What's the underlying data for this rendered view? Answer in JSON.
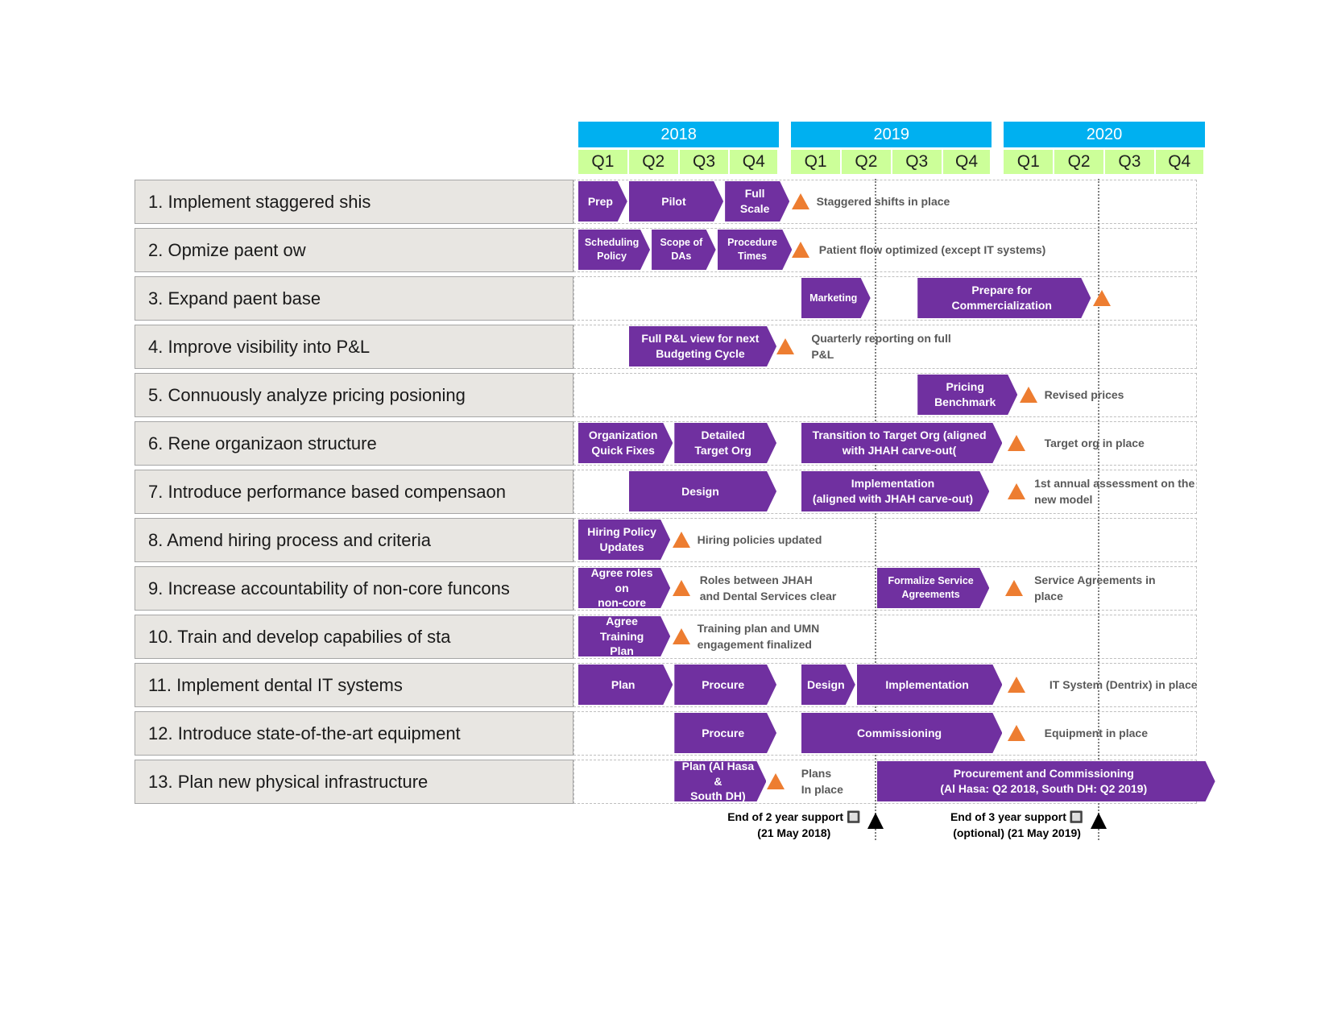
{
  "years": [
    "2018",
    "2019",
    "2020"
  ],
  "quarters": [
    "Q1",
    "Q2",
    "Q3",
    "Q4"
  ],
  "rows": [
    "1. Implement staggered shis",
    "2. Opmize paent ow",
    "3. Expand paent base",
    "4. Improve visibility into P&L",
    "5. Connuously analyze pricing posioning",
    "6. Rene organizaon structure",
    "7. Introduce performance based compensaon",
    "8. Amend hiring process and criteria",
    "9. Increase accountability of non-core funcons",
    "10. Train and develop capabilies of sta",
    "11. Implement dental IT systems",
    "12. Introduce state-of-the-art equipment",
    "13. Plan new physical infrastructure"
  ],
  "bars": [
    {
      "row": 0,
      "start": 0,
      "end": 1.0,
      "label": "Prep"
    },
    {
      "row": 0,
      "start": 1.0,
      "end": 2.9,
      "label": "Pilot"
    },
    {
      "row": 0,
      "start": 2.9,
      "end": 4.0,
      "label": "Full\nScale"
    },
    {
      "row": 1,
      "start": 0,
      "end": 1.45,
      "label": "Scheduling\nPolicy",
      "small": true
    },
    {
      "row": 1,
      "start": 1.45,
      "end": 2.75,
      "label": "Scope of\nDAs",
      "small": true
    },
    {
      "row": 1,
      "start": 2.75,
      "end": 4.05,
      "label": "Procedure\nTimes",
      "small": true
    },
    {
      "row": 2,
      "start": 4.2,
      "end": 5.6,
      "label": "Marketing",
      "small": true
    },
    {
      "row": 2,
      "start": 6.5,
      "end": 9.75,
      "label": "Prepare for\nCommercialization"
    },
    {
      "row": 3,
      "start": 1.0,
      "end": 3.95,
      "label": "Full P&L view for next\nBudgeting Cycle"
    },
    {
      "row": 4,
      "start": 6.5,
      "end": 8.3,
      "label": "Pricing\nBenchmark"
    },
    {
      "row": 5,
      "start": 0,
      "end": 1.9,
      "label": "Organization\nQuick Fixes"
    },
    {
      "row": 5,
      "start": 1.9,
      "end": 3.95,
      "label": "Detailed\nTarget Org"
    },
    {
      "row": 5,
      "start": 4.2,
      "end": 8.0,
      "label": "Transition to Target Org (aligned\nwith JHAH carve-out("
    },
    {
      "row": 6,
      "start": 1.0,
      "end": 3.95,
      "label": "Design"
    },
    {
      "row": 6,
      "start": 4.2,
      "end": 7.95,
      "label": "Implementation\n(aligned with JHAH carve-out)"
    },
    {
      "row": 7,
      "start": 0,
      "end": 1.85,
      "label": "Hiring Policy\nUpdates"
    },
    {
      "row": 8,
      "start": 0,
      "end": 1.85,
      "label": "Agree roles on\nnon-core"
    },
    {
      "row": 8,
      "start": 5.7,
      "end": 7.95,
      "label": "Formalize Service\nAgreements",
      "small": true
    },
    {
      "row": 9,
      "start": 0,
      "end": 1.85,
      "label": "Agree Training\nPlan"
    },
    {
      "row": 10,
      "start": 0,
      "end": 1.9,
      "label": "Plan"
    },
    {
      "row": 10,
      "start": 1.9,
      "end": 3.95,
      "label": "Procure"
    },
    {
      "row": 10,
      "start": 4.2,
      "end": 5.3,
      "label": "Design"
    },
    {
      "row": 10,
      "start": 5.3,
      "end": 8.0,
      "label": "Implementation"
    },
    {
      "row": 11,
      "start": 1.9,
      "end": 3.95,
      "label": "Procure"
    },
    {
      "row": 11,
      "start": 4.2,
      "end": 8.0,
      "label": "Commissioning"
    },
    {
      "row": 12,
      "start": 1.9,
      "end": 3.75,
      "label": "Plan (Al Hasa &\nSouth DH)"
    },
    {
      "row": 12,
      "start": 5.7,
      "end": 12.0,
      "label": "Procurement and Commissioning\n(Al Hasa: Q2 2018, South DH: Q2 2019)"
    }
  ],
  "milestones": [
    {
      "row": 0,
      "pos": 4.05
    },
    {
      "row": 1,
      "pos": 4.05
    },
    {
      "row": 2,
      "pos": 9.8
    },
    {
      "row": 3,
      "pos": 3.95
    },
    {
      "row": 4,
      "pos": 8.35
    },
    {
      "row": 5,
      "pos": 8.1
    },
    {
      "row": 6,
      "pos": 8.1
    },
    {
      "row": 7,
      "pos": 1.9
    },
    {
      "row": 8,
      "pos": 1.9
    },
    {
      "row": 8,
      "pos": 8.05
    },
    {
      "row": 9,
      "pos": 1.9
    },
    {
      "row": 10,
      "pos": 8.1
    },
    {
      "row": 11,
      "pos": 8.1
    },
    {
      "row": 12,
      "pos": 3.75
    }
  ],
  "notes": [
    {
      "row": 0,
      "pos": 4.5,
      "text": "Staggered shifts in place"
    },
    {
      "row": 1,
      "pos": 4.55,
      "text": "Patient flow optimized (except IT systems)"
    },
    {
      "row": 3,
      "pos": 4.4,
      "text": "Quarterly reporting on full\nP&L"
    },
    {
      "row": 4,
      "pos": 8.8,
      "text": "Revised prices"
    },
    {
      "row": 5,
      "pos": 8.8,
      "text": "Target org in place"
    },
    {
      "row": 6,
      "pos": 8.6,
      "text": "1st annual assessment on the\nnew model"
    },
    {
      "row": 7,
      "pos": 2.35,
      "text": "Hiring policies updated"
    },
    {
      "row": 8,
      "pos": 2.4,
      "text": "Roles between JHAH\nand Dental Services clear"
    },
    {
      "row": 8,
      "pos": 8.6,
      "text": "Service Agreements in\nplace"
    },
    {
      "row": 9,
      "pos": 2.35,
      "text": "Training plan and UMN\nengagement finalized"
    },
    {
      "row": 10,
      "pos": 8.9,
      "text": "IT System (Dentrix) in place"
    },
    {
      "row": 11,
      "pos": 8.8,
      "text": "Equipment in place"
    },
    {
      "row": 12,
      "pos": 4.2,
      "text": "Plans\nIn place"
    }
  ],
  "support_markers": [
    {
      "pos": 5.65,
      "label": "End of 2 year support 🔲\n(21 May 2018)"
    },
    {
      "pos": 9.85,
      "label": "End of 3 year support 🔲\n(optional) (21 May 2019)"
    }
  ]
}
